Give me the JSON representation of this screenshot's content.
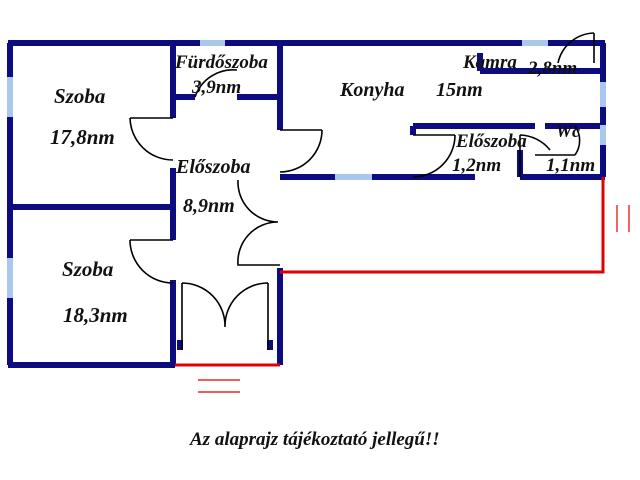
{
  "rooms": [
    {
      "name": "Szoba",
      "area": "17,8nm"
    },
    {
      "name": "Fürdőszoba",
      "area": "3,9nm"
    },
    {
      "name": "Konyha",
      "area": "15nm"
    },
    {
      "name": "Kamra",
      "area": "2,8nm"
    },
    {
      "name": "Előszoba",
      "area": "8,9nm"
    },
    {
      "name": "Előszoba",
      "area": "1,2nm"
    },
    {
      "name": "Wc",
      "area": "1,1nm"
    },
    {
      "name": "Szoba",
      "area": "18,3nm"
    }
  ],
  "footnote": "Az alaprajz tájékoztató jellegű!!",
  "colors": {
    "wall": "#0c0c80",
    "window": "#a9c8ee",
    "extension": "#e00000"
  }
}
